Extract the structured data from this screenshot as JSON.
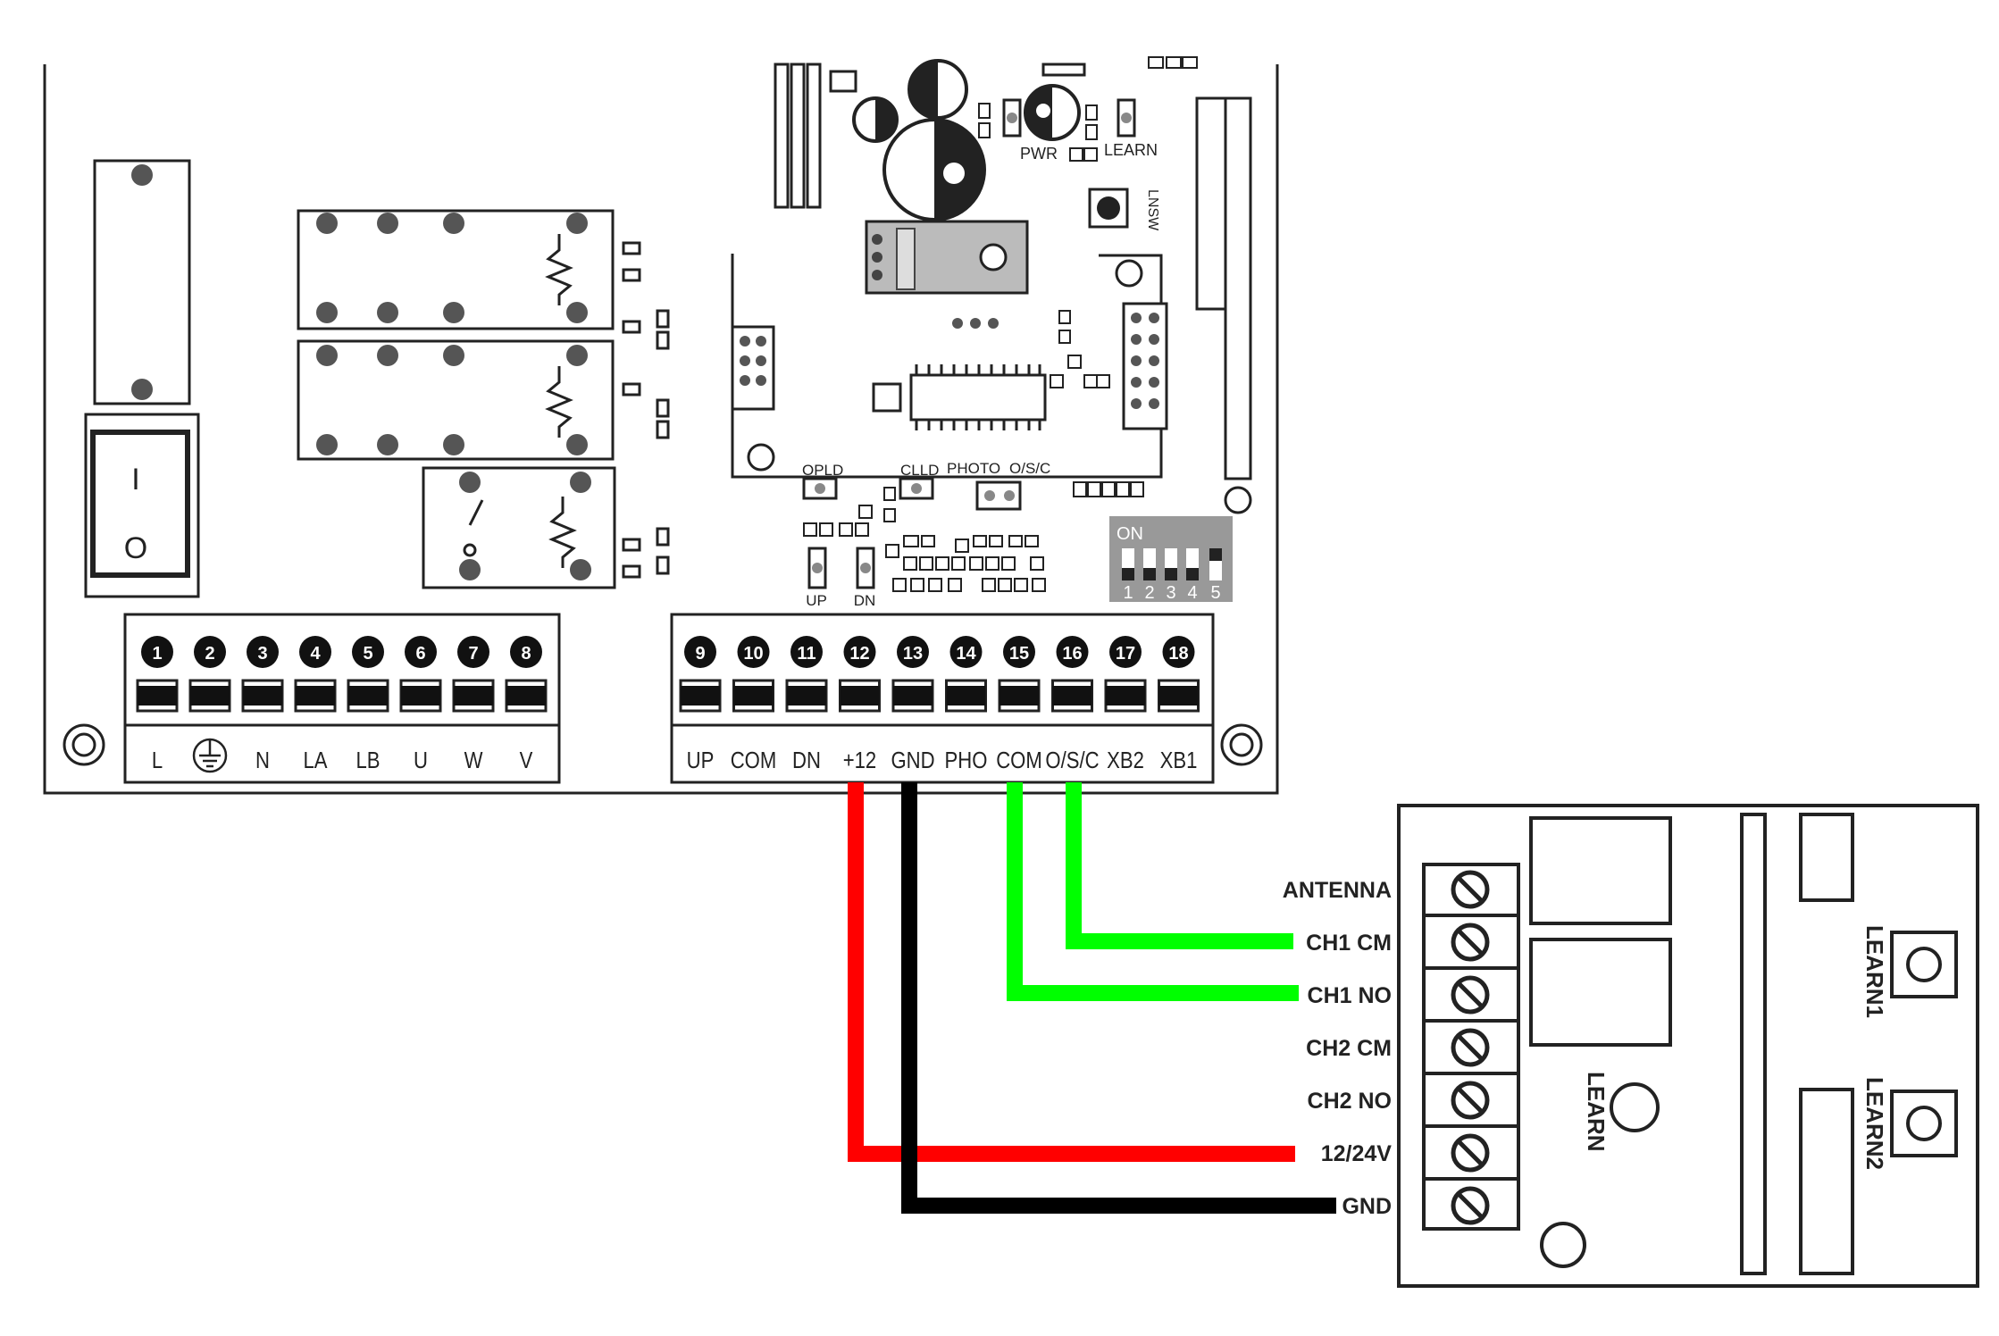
{
  "board": {
    "indicators": {
      "pwr": "PWR",
      "learn": "LEARN",
      "lnsw": "LNSW",
      "opld": "OPLD",
      "clld": "CLLD",
      "photo": "PHOTO",
      "osc": "O/S/C",
      "up": "UP",
      "dn": "DN"
    },
    "switch_labels": {
      "on": "I",
      "off": "O"
    },
    "dip": {
      "label": "ON",
      "numbers": [
        "1",
        "2",
        "3",
        "4",
        "5"
      ]
    },
    "terminals_left": {
      "numbers": [
        "1",
        "2",
        "3",
        "4",
        "5",
        "6",
        "7",
        "8"
      ],
      "labels": [
        "L",
        "",
        "N",
        "LA",
        "LB",
        "U",
        "W",
        "V"
      ]
    },
    "terminals_right": {
      "numbers": [
        "9",
        "10",
        "11",
        "12",
        "13",
        "14",
        "15",
        "16",
        "17",
        "18"
      ],
      "labels": [
        "UP",
        "COM",
        "DN",
        "+12",
        "GND",
        "PHO",
        "COM",
        "O/S/C",
        "XB2",
        "XB1"
      ]
    }
  },
  "receiver": {
    "terminal_labels": [
      "ANTENNA",
      "CH1 CM",
      "CH1 NO",
      "CH2 CM",
      "CH2 NO",
      "12/24V",
      "GND"
    ],
    "learn_label": "LEARN",
    "learn1_label": "LEARN1",
    "learn2_label": "LEARN2"
  },
  "wires": [
    {
      "from": "+12",
      "to": "12/24V",
      "color": "#ff0000"
    },
    {
      "from": "GND",
      "to": "GND",
      "color": "#000000"
    },
    {
      "from": "COM",
      "to": "CH1 NO",
      "color": "#00ff00"
    },
    {
      "from": "O/S/C",
      "to": "CH1 CM",
      "color": "#00ff00"
    }
  ],
  "colors": {
    "wire_red": "#ff0000",
    "wire_black": "#000000",
    "wire_green": "#00ff00",
    "component_gray": "#666666"
  }
}
